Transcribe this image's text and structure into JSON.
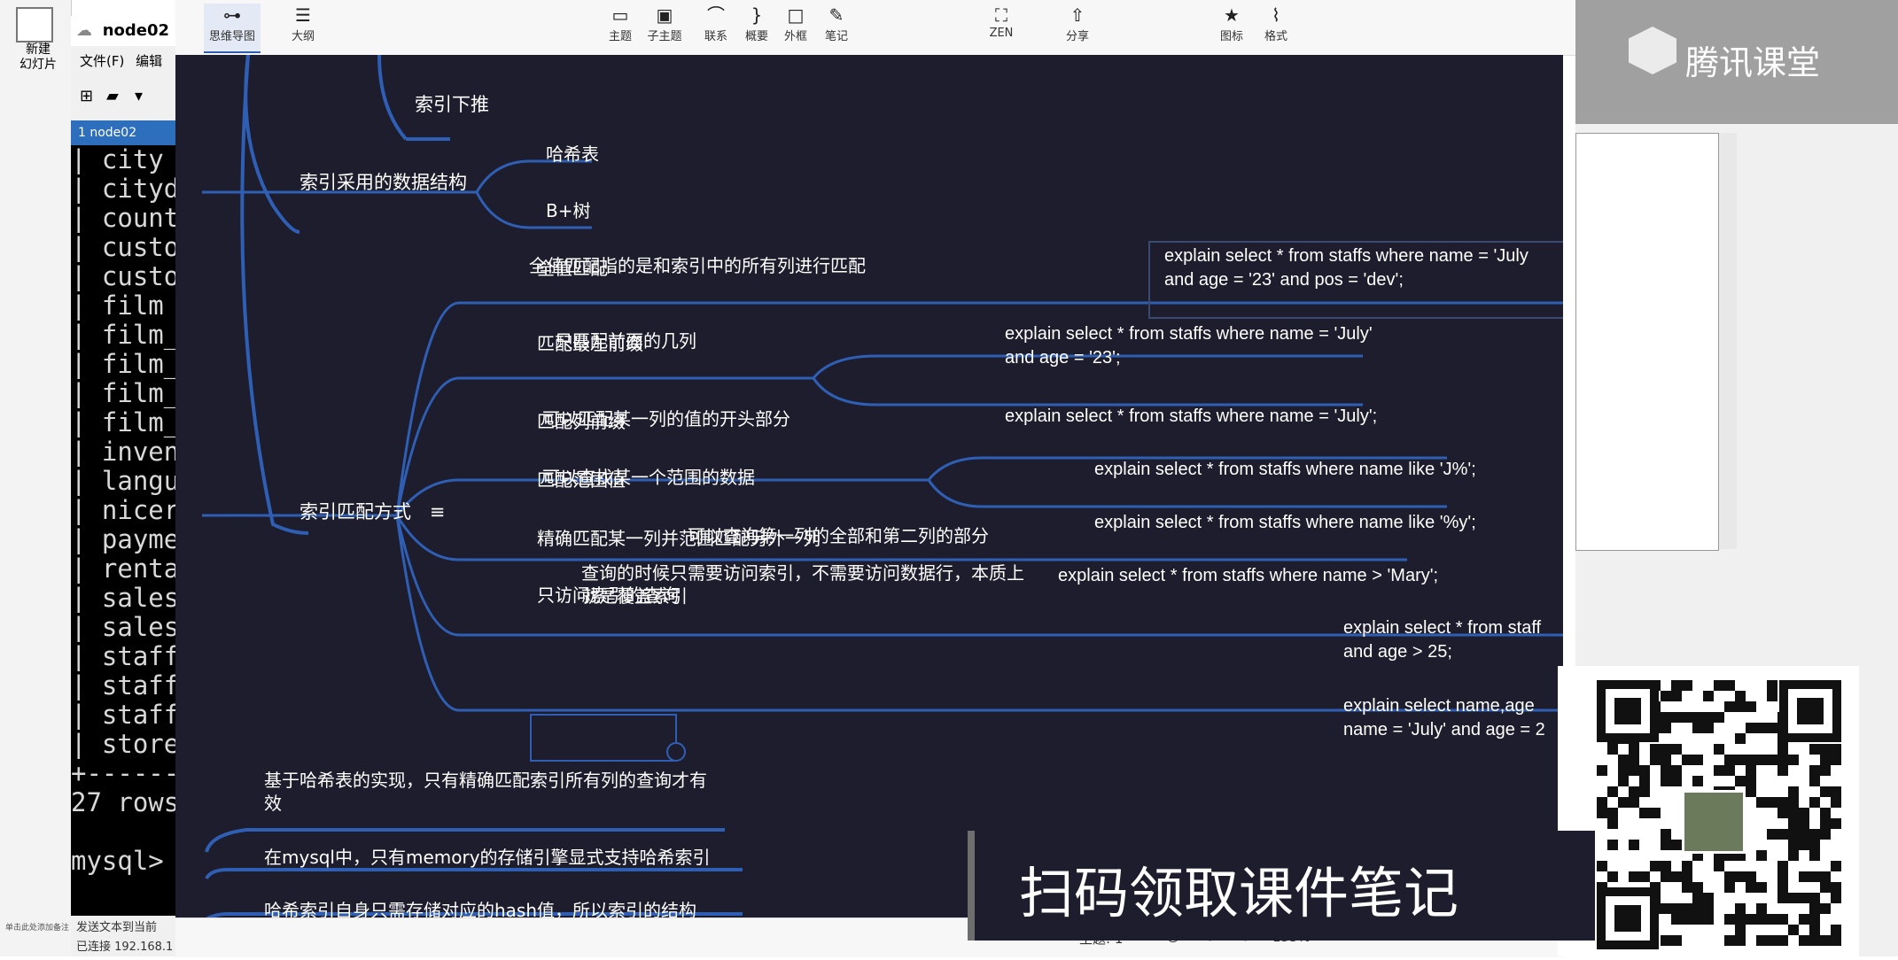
{
  "ppt": {
    "new_slide_label": "新建\n幻灯片",
    "bottom_label": "单击此处添加备注"
  },
  "terminal": {
    "title": "node02",
    "menu_file": "文件(F)",
    "menu_edit": "编辑",
    "tab": "1 node02",
    "lines": [
      "| city",
      "| cityd",
      "| count",
      "| custo",
      "| custo",
      "| film ",
      "| film_",
      "| film_",
      "| film_",
      "| film_",
      "| inven",
      "| langu",
      "| nicer",
      "| payme",
      "| renta",
      "| sales",
      "| sales",
      "| staff",
      "| staff",
      "| staff",
      "| store",
      "+------",
      "27 rows",
      "",
      "mysql> "
    ],
    "send_text": "发送文本到当前",
    "connected": "已连接 192.168.1"
  },
  "toolbar": {
    "items": [
      {
        "label": "思维导图",
        "icon": "mindmap-icon"
      },
      {
        "label": "大纲",
        "icon": "outline-icon"
      },
      {
        "label": "主题",
        "icon": "topic-icon"
      },
      {
        "label": "子主题",
        "icon": "subtopic-icon"
      },
      {
        "label": "联系",
        "icon": "relation-icon"
      },
      {
        "label": "概要",
        "icon": "summary-icon"
      },
      {
        "label": "外框",
        "icon": "boundary-icon"
      },
      {
        "label": "笔记",
        "icon": "note-icon"
      },
      {
        "label": "ZEN",
        "icon": "zen-icon"
      },
      {
        "label": "分享",
        "icon": "share-icon"
      },
      {
        "label": "图标",
        "icon": "star-icon"
      },
      {
        "label": "格式",
        "icon": "brush-icon"
      }
    ]
  },
  "mindmap": {
    "top_partial": "索引下推",
    "struct_branch": "索引采用的数据结构",
    "hash_table": "哈希表",
    "bplus_tree": "B+树",
    "match_branch": "索引匹配方式",
    "rows": [
      {
        "label": "全值匹配",
        "desc": "全值匹配指的是和索引中的所有列进行匹配"
      },
      {
        "label": "匹配最左前缀",
        "desc": "只匹配前面的几列"
      },
      {
        "label": "匹配列前缀",
        "desc": "可以匹配某一列的值的开头部分"
      },
      {
        "label": "匹配范围值",
        "desc": "可以查找某一个范围的数据"
      },
      {
        "label": "精确匹配某一列并范围匹配另外一列",
        "desc": "可以查询第一列的全部和第二列的部分"
      },
      {
        "label": "只访问索引的查询",
        "desc": "查询的时候只需要访问索引，不需要访问数据行，本质上\n就是覆盖索引"
      }
    ],
    "sql": {
      "full_match": "explain select * from staffs where name = 'July\nand age = '23' and pos = 'dev';",
      "leftmost_1": "explain select * from staffs where name = 'July'\nand age = '23';",
      "leftmost_2": "explain select * from staffs where name = 'July';",
      "prefix_1": "explain select * from staffs where name like 'J%';",
      "prefix_2": "explain select * from staffs where name like '%y';",
      "range": "explain select * from staffs where name > 'Mary';",
      "exact_range": "explain select * from staff\nand age > 25;",
      "covering": "explain select name,age\nname = 'July' and age = 2"
    },
    "notes": [
      "基于哈希表的实现，只有精确匹配索引所有列的查询才有\n效",
      "在mysql中，只有memory的存储引擎显式支持哈希索引",
      "哈希索引自身只需存储对应的hash值，所以索引的结构"
    ]
  },
  "statusbar": {
    "topic_count": "主题: 1",
    "zoom": "133%"
  },
  "right": {
    "brand": "腾讯课堂"
  },
  "promo": {
    "text": "扫码领取课件笔记"
  },
  "colors": {
    "canvas_bg": "#1e1d2d",
    "branch_line": "#2f5fb4",
    "text": "#ffffff"
  }
}
